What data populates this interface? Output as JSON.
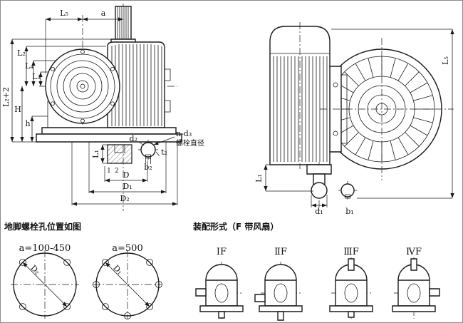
{
  "colors": {
    "ink": "#1a1a1a",
    "bg": "#ffffff"
  },
  "front_view": {
    "dims": {
      "L5": "L₅",
      "a": "a",
      "L2": "L₂",
      "L4": "L₄",
      "L3": "L₃",
      "H": "H",
      "h": "h",
      "L2_plus_2": "L₂+2",
      "L1": "L₁",
      "d2": "d₂",
      "t2": "t₂",
      "b2": "b₂",
      "n_d3": "n-d₃",
      "D": "D",
      "D1": "D₁",
      "D2": "D₂"
    },
    "callouts": {
      "mark1": "1",
      "mark2": "2",
      "bolt_note": "螺栓直径"
    }
  },
  "side_view": {
    "dims": {
      "L5": "L₅",
      "L1": "L₁",
      "d1": "d₁",
      "b1": "b₁"
    }
  },
  "anchor_bolts": {
    "title": "地脚螺栓孔位置如图",
    "small": {
      "label": "a=100-450",
      "dim": "D₂"
    },
    "large": {
      "label": "a=500",
      "dim": "D₁"
    }
  },
  "assembly": {
    "title": "装配形式（F 带风扇）",
    "variants": [
      {
        "label": "ⅠF"
      },
      {
        "label": "ⅡF"
      },
      {
        "label": "ⅢF"
      },
      {
        "label": "ⅣF"
      }
    ]
  }
}
